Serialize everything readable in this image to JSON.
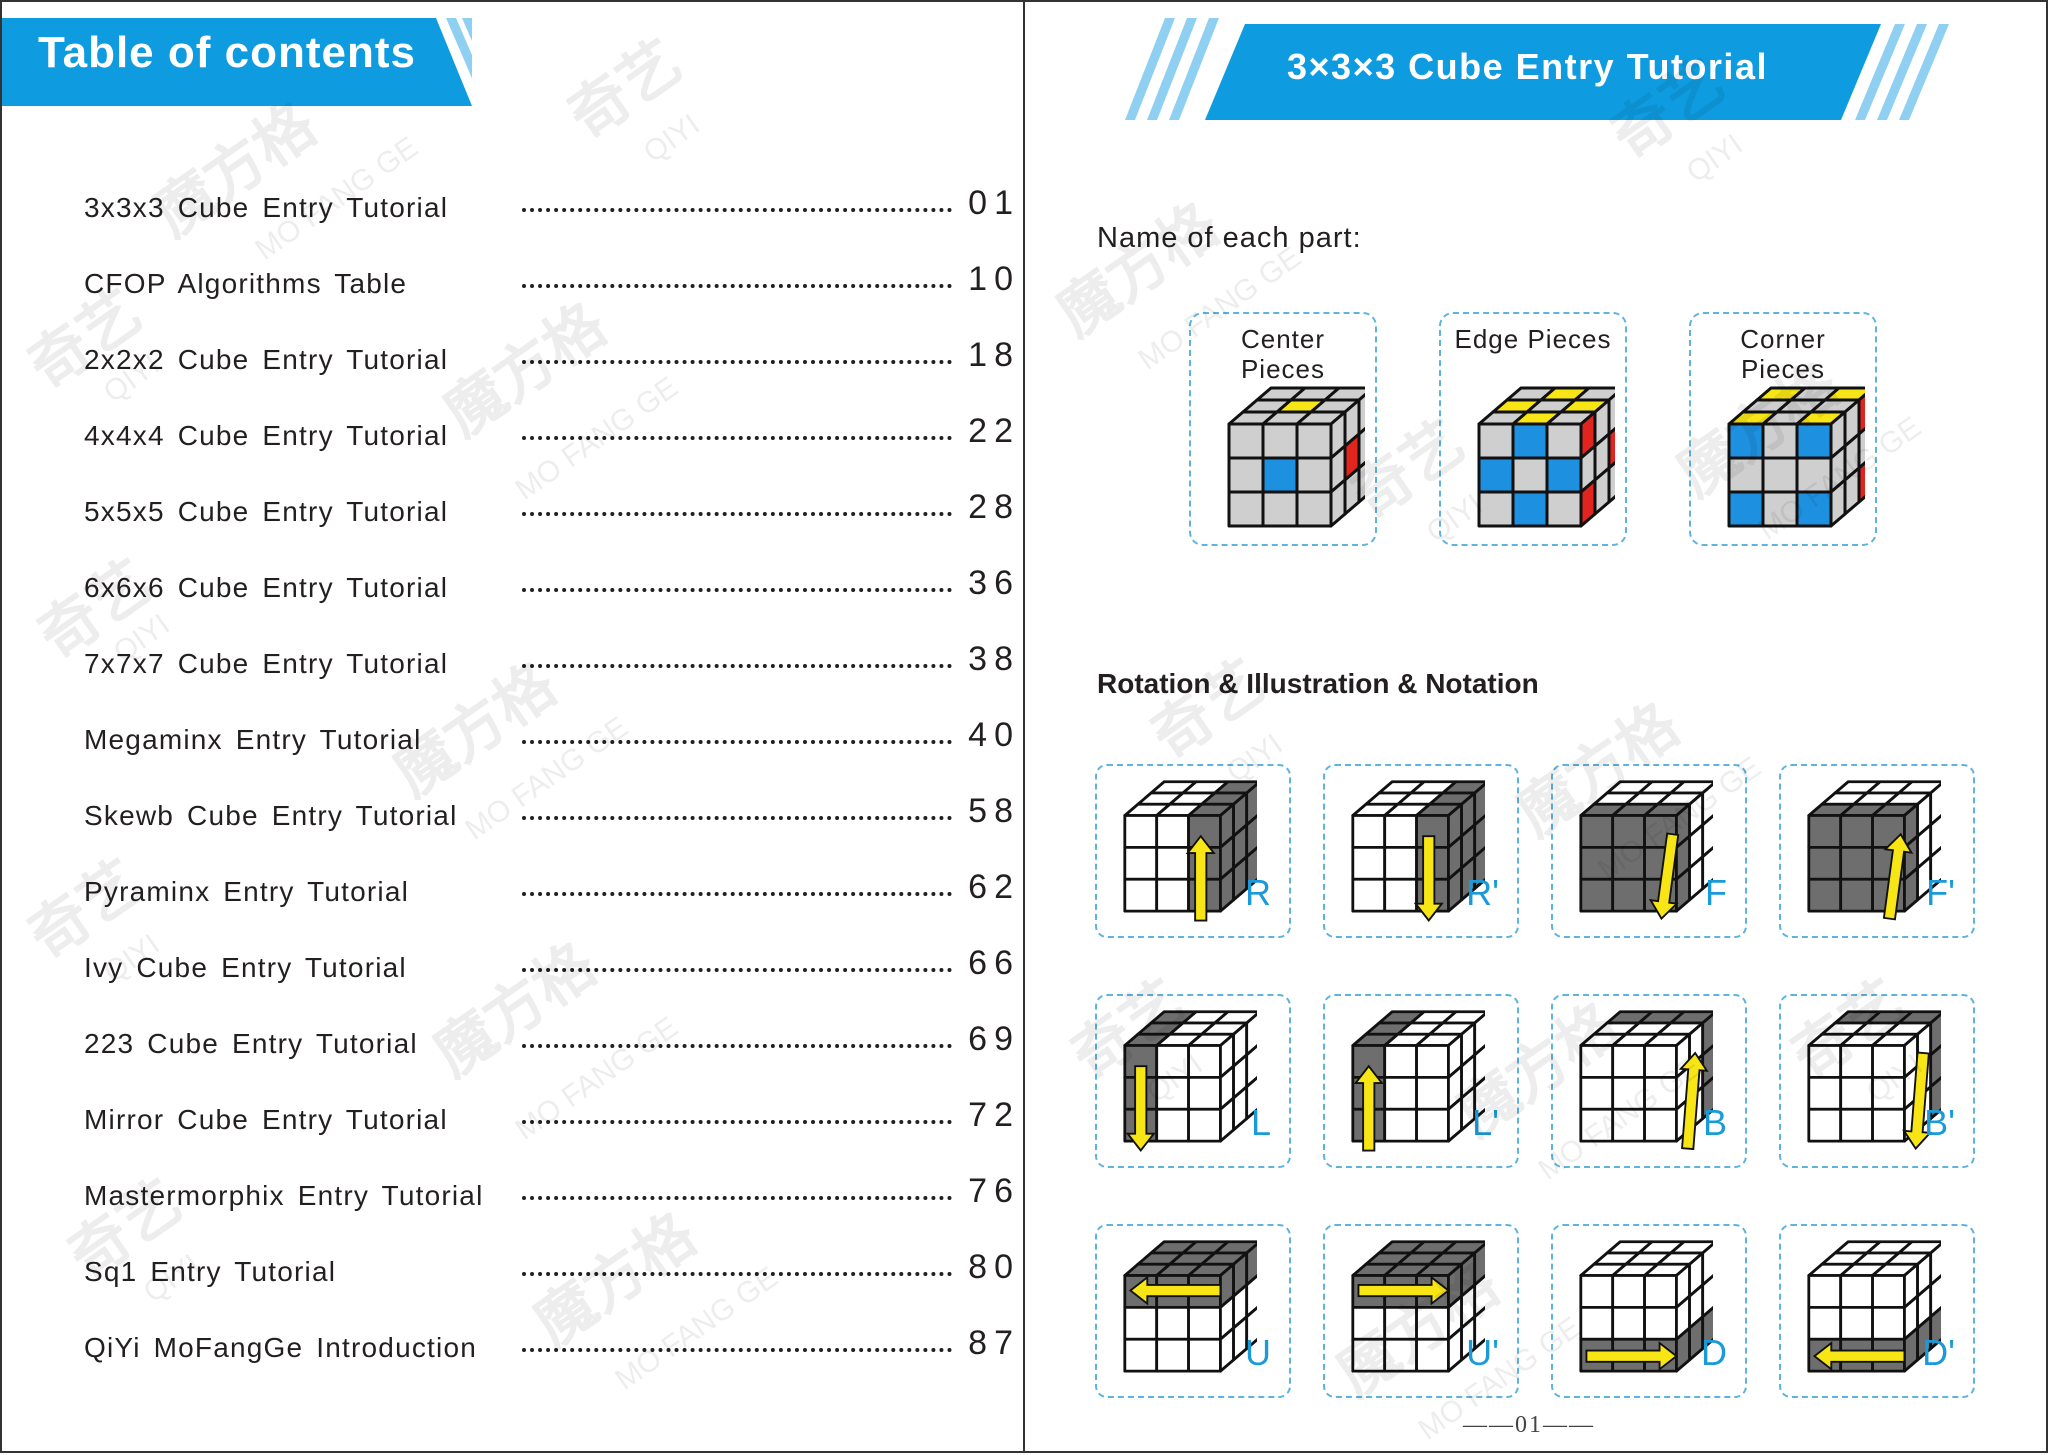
{
  "left": {
    "header_title": "Table of contents",
    "toc": [
      {
        "title": "3x3x3 Cube Entry Tutorial",
        "page": "01"
      },
      {
        "title": "CFOP Algorithms Table",
        "page": "10"
      },
      {
        "title": "2x2x2 Cube Entry Tutorial",
        "page": "18"
      },
      {
        "title": "4x4x4 Cube Entry Tutorial",
        "page": "22"
      },
      {
        "title": "5x5x5 Cube Entry Tutorial",
        "page": "28"
      },
      {
        "title": "6x6x6 Cube Entry Tutorial",
        "page": "36"
      },
      {
        "title": "7x7x7 Cube Entry Tutorial",
        "page": "38"
      },
      {
        "title": "Megaminx Entry Tutorial",
        "page": "40"
      },
      {
        "title": "Skewb Cube Entry Tutorial",
        "page": "58"
      },
      {
        "title": "Pyraminx Entry Tutorial",
        "page": "62"
      },
      {
        "title": "Ivy Cube Entry Tutorial",
        "page": "66"
      },
      {
        "title": "223 Cube Entry Tutorial",
        "page": "69"
      },
      {
        "title": "Mirror Cube Entry Tutorial",
        "page": "72"
      },
      {
        "title": "Mastermorphix Entry Tutorial",
        "page": "76"
      },
      {
        "title": "Sq1   Entry   Tutorial",
        "page": "80"
      },
      {
        "title": "QiYi MoFangGe  Introduction",
        "page": "87"
      }
    ]
  },
  "right": {
    "header_title": "3×3×3 Cube Entry Tutorial",
    "parts_heading": "Name of each part:",
    "parts": [
      {
        "label": "Center\nPieces",
        "icon": "center-pieces-cube"
      },
      {
        "label": "Edge Pieces",
        "icon": "edge-pieces-cube"
      },
      {
        "label": "Corner\nPieces",
        "icon": "corner-pieces-cube"
      }
    ],
    "rotation_heading": "Rotation & Illustration & Notation",
    "moves": [
      "R",
      "R'",
      "F",
      "F'",
      "L",
      "L'",
      "B",
      "B'",
      "U",
      "U'",
      "D",
      "D'"
    ],
    "page_number": "——01——"
  },
  "watermark": {
    "brand": "奇艺",
    "brand2": "魔方格",
    "sub": "QIYI",
    "sub2": "MO FANG GE"
  },
  "colors": {
    "banner_blue": "#0e9be0",
    "light_blue": "#8fd0f2",
    "accent_blue": "#1a9ad9",
    "cube_yellow": "#f7e516",
    "cube_blue": "#1e90e0",
    "cube_red": "#e2241e",
    "cube_gray": "#cfcfcf",
    "cube_dark": "#6e6e6e",
    "arrow_yellow": "#f7e516"
  }
}
